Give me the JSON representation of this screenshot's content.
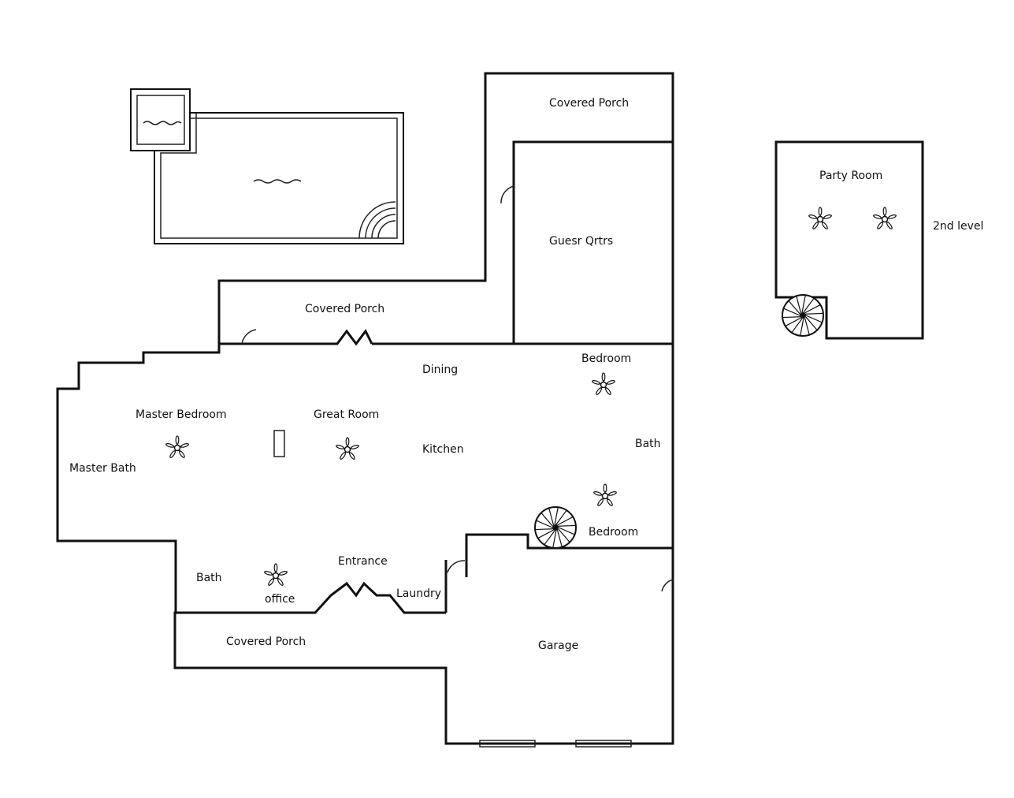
{
  "rooms": {
    "covered_porch_top": "Covered Porch",
    "guest_quarters": "Guesr Qrtrs",
    "covered_porch_mid": "Covered Porch",
    "dining": "Dining",
    "bedroom_top": "Bedroom",
    "master_bedroom": "Master Bedroom",
    "great_room": "Great Room",
    "kitchen": "Kitchen",
    "bath_right": "Bath",
    "master_bath": "Master Bath",
    "bedroom_bottom": "Bedroom",
    "entrance": "Entrance",
    "bath_left": "Bath",
    "office": "office",
    "laundry": "Laundry",
    "covered_porch_bottom": "Covered Porch",
    "garage": "Garage",
    "party_room": "Party Room"
  },
  "level_note": "2nd level",
  "icons": [
    "ceiling-fan-icon",
    "spiral-staircase-icon",
    "door-swing-icon",
    "pool-water-icon"
  ]
}
